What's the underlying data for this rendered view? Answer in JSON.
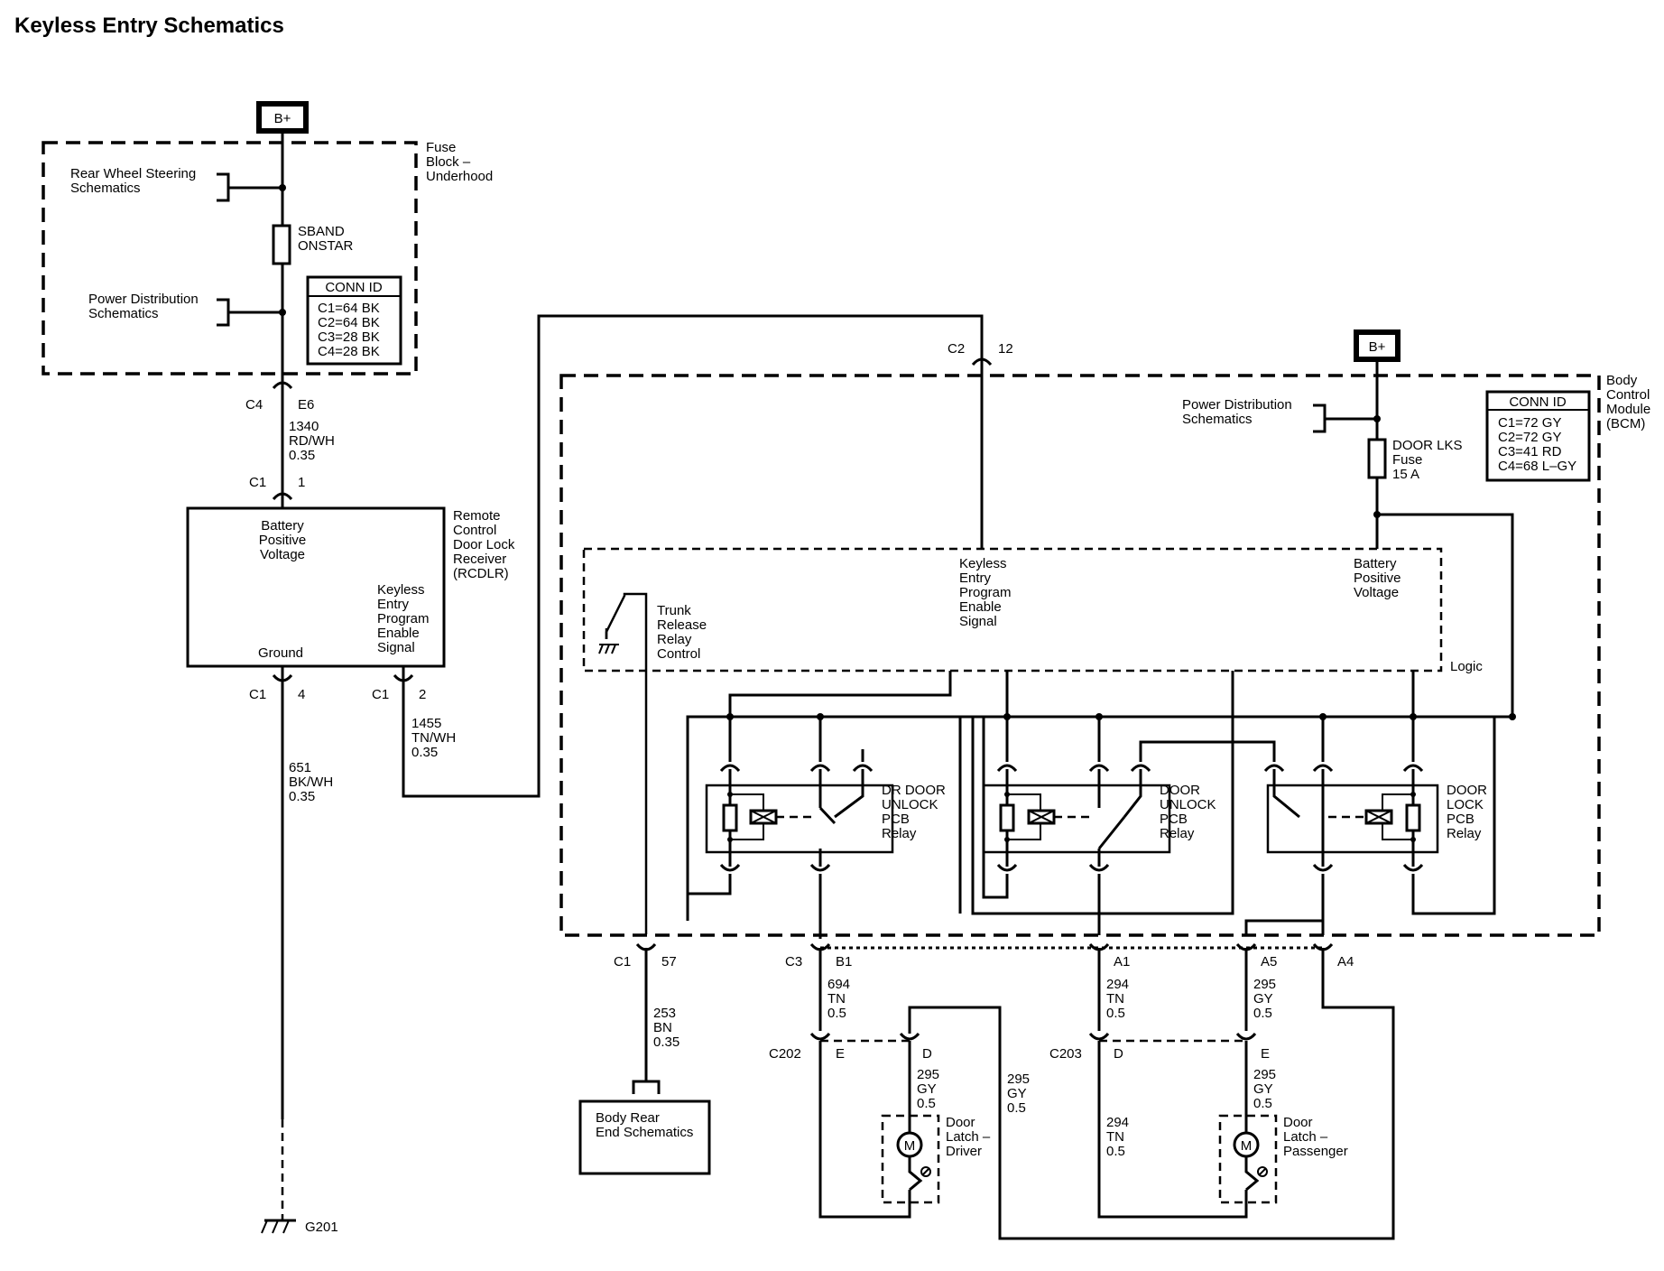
{
  "title": "Keyless Entry Schematics",
  "power": {
    "b_plus": "B+"
  },
  "fuse_block": {
    "name": [
      "Fuse",
      "Block –",
      "Underhood"
    ],
    "rear_wheel_steering": [
      "Rear Wheel Steering",
      "Schematics"
    ],
    "fuse_sband": [
      "SBAND",
      "ONSTAR"
    ],
    "power_distribution": [
      "Power Distribution",
      "Schematics"
    ],
    "conn_id": {
      "header": "CONN ID",
      "rows": [
        "C1=64 BK",
        "C2=64 BK",
        "C3=28 BK",
        "C4=28 BK"
      ]
    },
    "connector": {
      "name": "C4",
      "pin": "E6"
    }
  },
  "wires": {
    "w1340": [
      "1340",
      "RD/WH",
      "0.35"
    ],
    "w651": [
      "651",
      "BK/WH",
      "0.35"
    ],
    "w1455": [
      "1455",
      "TN/WH",
      "0.35"
    ],
    "w253": [
      "253",
      "BN",
      "0.35"
    ],
    "w694": [
      "694",
      "TN",
      "0.5"
    ],
    "w294a": [
      "294",
      "TN",
      "0.5"
    ],
    "w295a": [
      "295",
      "GY",
      "0.5"
    ],
    "w295b": [
      "295",
      "GY",
      "0.5"
    ],
    "w295c": [
      "295",
      "GY",
      "0.5"
    ],
    "w295d": [
      "295",
      "GY",
      "0.5"
    ],
    "w294b": [
      "294",
      "TN",
      "0.5"
    ]
  },
  "rcdlr": {
    "name": [
      "Remote",
      "Control",
      "Door Lock",
      "Receiver",
      "(RCDLR)"
    ],
    "battery": [
      "Battery",
      "Positive",
      "Voltage"
    ],
    "ground": "Ground",
    "keyless": [
      "Keyless",
      "Entry",
      "Program",
      "Enable",
      "Signal"
    ],
    "c1_pin1": {
      "name": "C1",
      "pin": "1"
    },
    "c1_pin4": {
      "name": "C1",
      "pin": "4"
    },
    "c1_pin2": {
      "name": "C1",
      "pin": "2"
    }
  },
  "ground": {
    "label": "G201"
  },
  "bcm": {
    "name": [
      "Body",
      "Control",
      "Module",
      "(BCM)"
    ],
    "c2_pin": {
      "name": "C2",
      "pin": "12"
    },
    "power_distribution": [
      "Power Distribution",
      "Schematics"
    ],
    "fuse": [
      "DOOR LKS",
      "Fuse",
      "15 A"
    ],
    "conn_id": {
      "header": "CONN ID",
      "rows": [
        "C1=72 GY",
        "C2=72 GY",
        "C3=41 RD",
        "C4=68 L–GY"
      ]
    },
    "logic": {
      "label": "Logic",
      "keyless": [
        "Keyless",
        "Entry",
        "Program",
        "Enable",
        "Signal"
      ],
      "battery": [
        "Battery",
        "Positive",
        "Voltage"
      ],
      "trunk": [
        "Trunk",
        "Release",
        "Relay",
        "Control"
      ]
    },
    "relay_dr_unlock": [
      "DR DOOR",
      "UNLOCK",
      "PCB",
      "Relay"
    ],
    "relay_unlock": [
      "DOOR",
      "UNLOCK",
      "PCB",
      "Relay"
    ],
    "relay_lock": [
      "DOOR",
      "LOCK",
      "PCB",
      "Relay"
    ]
  },
  "connectors": {
    "c1_57": {
      "name": "C1",
      "pin": "57"
    },
    "c3": "C3",
    "b1": "B1",
    "a1": "A1",
    "a5": "A5",
    "a4": "A4",
    "c202": "C202",
    "c202_e": "E",
    "c202_d": "D",
    "c203": "C203",
    "c203_d": "D",
    "c203_e": "E"
  },
  "body_rear": [
    "Body Rear",
    "End Schematics"
  ],
  "door_latch_driver": [
    "Door",
    "Latch –",
    "Driver"
  ],
  "door_latch_passenger": [
    "Door",
    "Latch –",
    "Passenger"
  ],
  "motor": "M"
}
